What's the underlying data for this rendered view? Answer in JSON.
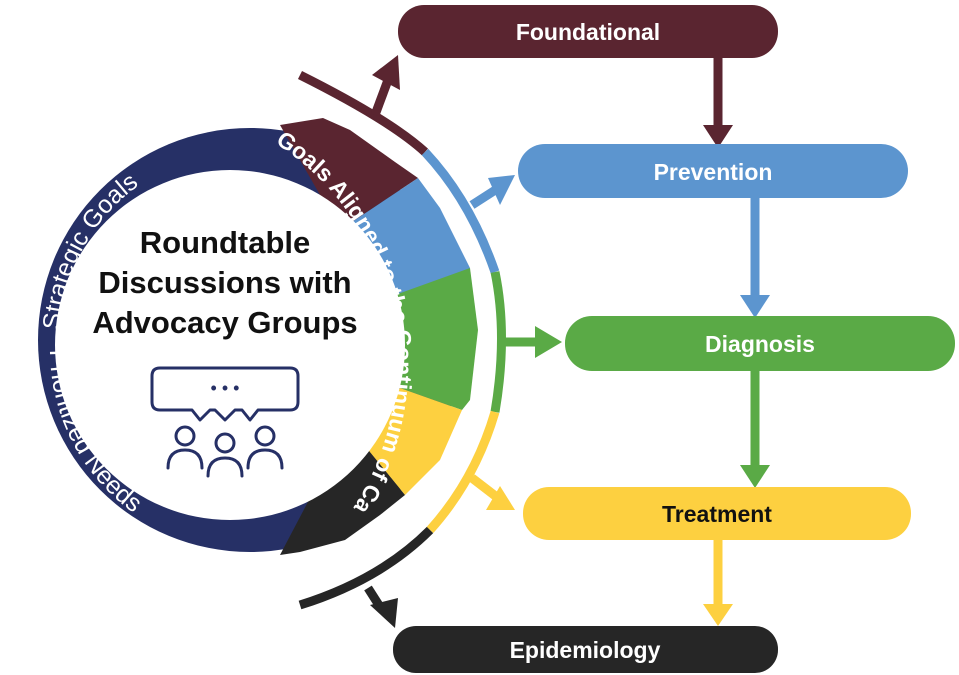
{
  "center": {
    "title_lines": [
      "Roundtable",
      "Discussions with",
      "Advocacy Groups"
    ],
    "icon": "discussion-group-icon",
    "icon_bubble_text": "• • •"
  },
  "outer_ring": {
    "top_label": "Strategic Goals",
    "bottom_label": "Prioritized Needs",
    "color": "#263066"
  },
  "arc": {
    "label": "Goals Aligned to the Continuum of Care"
  },
  "stages": [
    {
      "label": "Foundational",
      "color": "#5a2530",
      "text_color": "#ffffff"
    },
    {
      "label": "Prevention",
      "color": "#5c95cf",
      "text_color": "#ffffff"
    },
    {
      "label": "Diagnosis",
      "color": "#5aaa46",
      "text_color": "#ffffff"
    },
    {
      "label": "Treatment",
      "color": "#fdd040",
      "text_color": "#111111"
    },
    {
      "label": "Epidemiology",
      "color": "#262626",
      "text_color": "#ffffff"
    }
  ]
}
